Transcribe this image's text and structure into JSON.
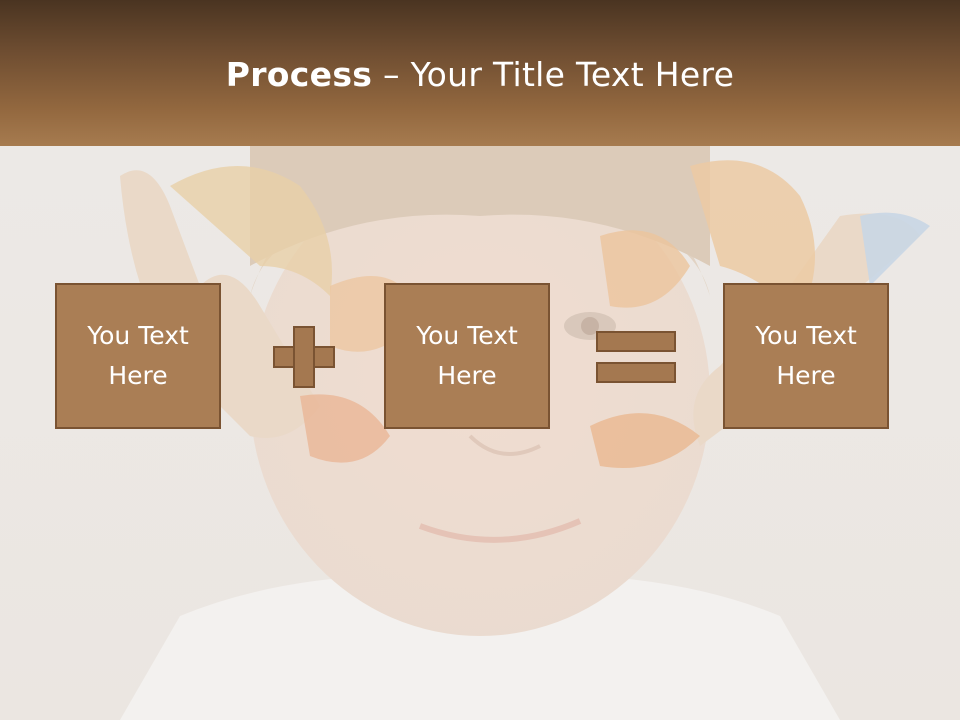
{
  "slide": {
    "title_bold": "Process",
    "title_rest": " – Your Title Text Here",
    "background_image": "child-with-painted-hands-photo",
    "colors": {
      "title_band_top": "#4a3421",
      "title_band_bottom": "#a67b4f",
      "box_fill": "#aa7e55",
      "box_border": "#7a5332",
      "text": "#ffffff"
    }
  },
  "process": {
    "boxes": [
      {
        "line1": "You Text",
        "line2": "Here"
      },
      {
        "line1": "You Text",
        "line2": "Here"
      },
      {
        "line1": "You Text",
        "line2": "Here"
      }
    ],
    "operators": [
      "plus-icon",
      "equals-icon"
    ]
  }
}
